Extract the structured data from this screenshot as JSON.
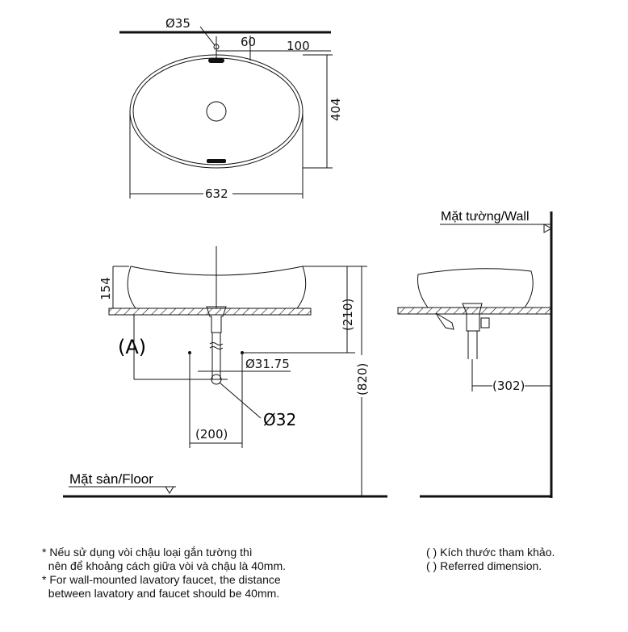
{
  "top_view": {
    "dia_overflow": "Ø35",
    "dim_60": "60",
    "dim_100": "100",
    "dim_404": "404",
    "dim_632": "632"
  },
  "front_view": {
    "dim_154": "154",
    "dim_210": "(210)",
    "dim_820": "(820)",
    "label_a": "(A)",
    "dia_pipe": "Ø31.75",
    "dia_trap": "Ø32",
    "dim_200": "(200)",
    "floor_label": "Mặt sàn/Floor"
  },
  "side_view": {
    "wall_label": "Mặt tường/Wall",
    "dim_302": "(302)"
  },
  "notes": {
    "vi_1": "* Nếu sử dụng vòi chậu loại gắn tường thì",
    "vi_2": "  nên để khoảng cách giữa vòi và chậu là 40mm.",
    "en_1": "* For wall-mounted lavatory faucet, the distance",
    "en_2": "  between lavatory and faucet should be 40mm.",
    "ref_vi": "( ) Kích thước tham khảo.",
    "ref_en": "( ) Referred dimension."
  }
}
